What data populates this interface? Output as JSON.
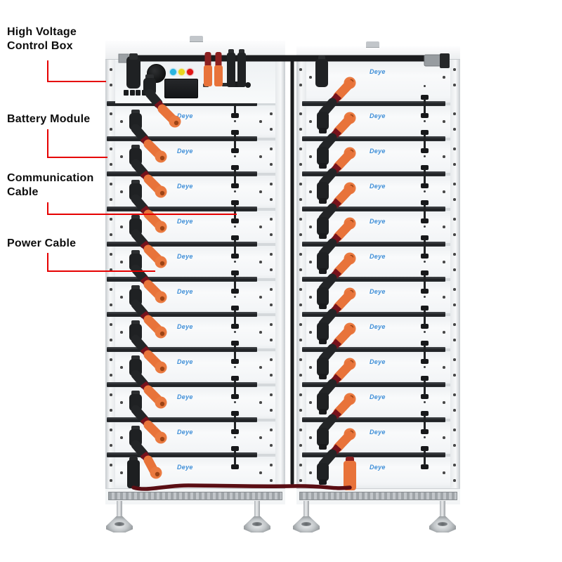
{
  "diagram": {
    "subject": "high-voltage battery storage rack system",
    "brand_logo": "Deye"
  },
  "callouts": [
    {
      "id": "high-voltage-control-box",
      "lines": [
        "High Voltage",
        "Control Box"
      ]
    },
    {
      "id": "battery-module",
      "lines": [
        "Battery Module"
      ]
    },
    {
      "id": "communication-cable",
      "lines": [
        "Communication",
        "Cable"
      ]
    },
    {
      "id": "power-cable",
      "lines": [
        "Power Cable"
      ]
    }
  ],
  "racks": {
    "left": {
      "battery_modules": 11,
      "has_control_box": true
    },
    "right": {
      "battery_modules": 12,
      "has_control_box": false
    }
  },
  "control_box": {
    "status_leds": [
      {
        "name": "blue",
        "color": "#2ab5e0"
      },
      {
        "name": "yellow",
        "color": "#e8d61f"
      },
      {
        "name": "red",
        "color": "#e01616"
      }
    ]
  },
  "colors": {
    "callout_line": "#e60000",
    "label_text": "#0d0d0d",
    "brand_blue": "#3f8fd8",
    "cable_black": "#232527",
    "cable_orange": "#e8733a",
    "cable_red_band": "#76121c",
    "bottom_cable_red": "#5a0d13",
    "separator_dark": "#25282b",
    "module_face": "#f4f6f8",
    "foot_silver": "#c3c7ca"
  }
}
